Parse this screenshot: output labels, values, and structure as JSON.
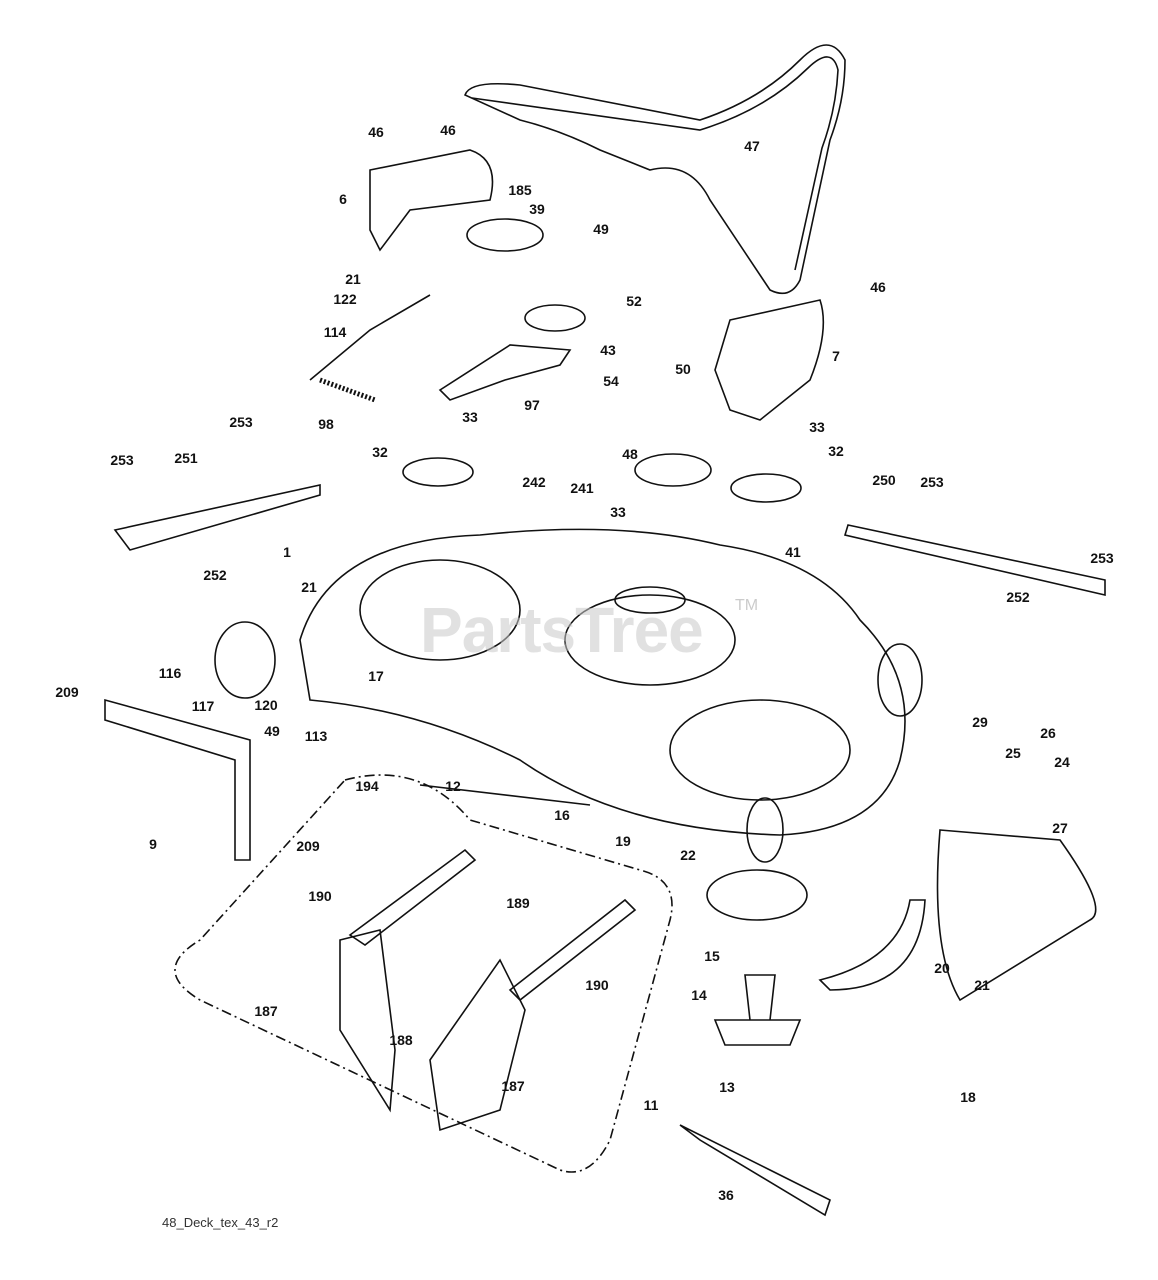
{
  "diagram_id": "48_Deck_tex_43_r2",
  "watermark": {
    "text": "PartsTree",
    "tm": "TM"
  },
  "labels": [
    "46",
    "46",
    "47",
    "185",
    "39",
    "6",
    "21",
    "122",
    "49",
    "52",
    "46",
    "114",
    "43",
    "50",
    "54",
    "7",
    "97",
    "98",
    "33",
    "33",
    "32",
    "48",
    "32",
    "253",
    "253",
    "251",
    "250",
    "253",
    "253",
    "242",
    "241",
    "33",
    "1",
    "41",
    "21",
    "252",
    "252",
    "116",
    "17",
    "117",
    "120",
    "49",
    "113",
    "209",
    "194",
    "12",
    "16",
    "19",
    "9",
    "209",
    "29",
    "25",
    "26",
    "24",
    "27",
    "22",
    "20",
    "21",
    "15",
    "14",
    "13",
    "18",
    "11",
    "36",
    "190",
    "189",
    "190",
    "187",
    "188",
    "187"
  ]
}
